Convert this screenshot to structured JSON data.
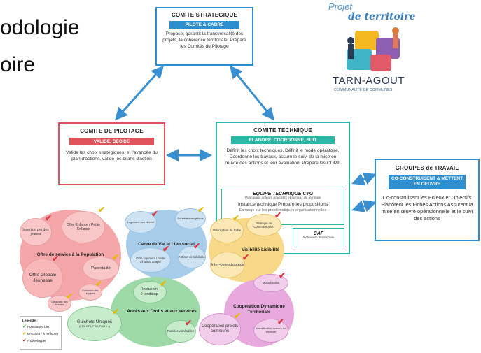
{
  "page_title": {
    "line1": "odologie",
    "line2": "oire"
  },
  "logo": {
    "line1": "Projet",
    "line2": "de territoire",
    "name": "TARN-AGOUT",
    "subtitle": "COMMUNAUTÉ DE COMMUNES",
    "colors": {
      "blue": "#4a90c8",
      "dark": "#2b3a55"
    }
  },
  "comite_strategique": {
    "title": "COMITE STRATEGIQUE",
    "band": "PILOTE & CADRE",
    "text": "Propose, garantit la transversalité des projets, la cohérence territoriale, Prépare les Comités de Pilotage",
    "color": "#2d8fcf"
  },
  "comite_pilotage": {
    "title": "COMITE DE PILOTAGE",
    "band": "VALIDE, DECIDE",
    "text": "Valide les choix stratégiques, et l'avancée du plan d'actions, valide les bilans d'action",
    "color": "#e0525c"
  },
  "comite_technique": {
    "title": "COMITE TECHNIQUE",
    "band": "ELABORE, COORDONNE, SUIT",
    "text": "Définit les choix techniques, Définit le mode opératoire, Coordonne les travaux, assure le suivi de la mise en œuvre des actions et leur évaluation, Prépare les COPIL",
    "color": "#2cb8a6"
  },
  "equipe_technique": {
    "title": "EQUIPE TECHNIQUE CTG",
    "subtitle": "Principaux acteurs éducatifs et sociaux du territoire",
    "text": "Instance technique Prépare les propositions",
    "text2": "Echange sur les problématiques",
    "text3": "organisationnelles"
  },
  "caf": {
    "title": "CAF",
    "subtitle": "Référente Territoriale"
  },
  "groupes_travail": {
    "title": "GROUPES de TRAVAIL",
    "band": "CO-CONSTRUISENT & METTENT EN OEUVRE",
    "text": "Co-construisent les Enjeux et Objectifs Elaborent les Fiches Actions Assurent la mise en œuvre opérationnelle et le suivi des actions",
    "color": "#2d8fcf"
  },
  "clusters": {
    "population": {
      "main": "Offre de service à la Population",
      "insertion": "Insertion pro des jeunes",
      "enfance": "Offre Enfance / Petite Enfance",
      "jeunesse": "Offre Globale Jeunesse",
      "parentalite": "Parentalité",
      "formation": "Formation des équipes",
      "diagnostic": "Diagnostic des besoins",
      "color": "#f4a6a8"
    },
    "cadre_vie": {
      "main": "Cadre de Vie et Lien social",
      "logement": "Logement non décent",
      "sobriete": "Sobriété énergétique",
      "offre_logement": "Offre logement / mode d'habitat adapté",
      "solidarite": "Actions de solidarité",
      "color": "#a8cdea"
    },
    "visibilite": {
      "main": "Visibilité Lisibilité",
      "valorisation": "Valorisation de l'offre",
      "strategie": "Stratégie de Communication",
      "interconnaissance": "Inter-connaissance",
      "color": "#f8d98a"
    },
    "acces_droits": {
      "main": "Accès aux Droits et aux services",
      "inclusion": "Inclusion Handicap",
      "guichets": "Guichets Uniques",
      "guichets_detail": "(EFS, EFS, PRH, POLHI...)",
      "familles": "Familles vulnérables",
      "color": "#9ed9a8"
    },
    "cooperation": {
      "main": "Coopération Dynamique Territoriale",
      "mutualisation": "Mutualisation",
      "cooperation_projets": "Coopération projets communs",
      "identification": "Identification acteurs du territoire",
      "color": "#e7a9de"
    }
  },
  "legend": {
    "title": "Légende :",
    "items": [
      "Fonctionne bien",
      "En cours / à renforcer",
      "A développer"
    ],
    "colors": [
      "#4caf50",
      "#e6b800",
      "#d9363e"
    ]
  },
  "arrow_color": "#3a8fd1"
}
